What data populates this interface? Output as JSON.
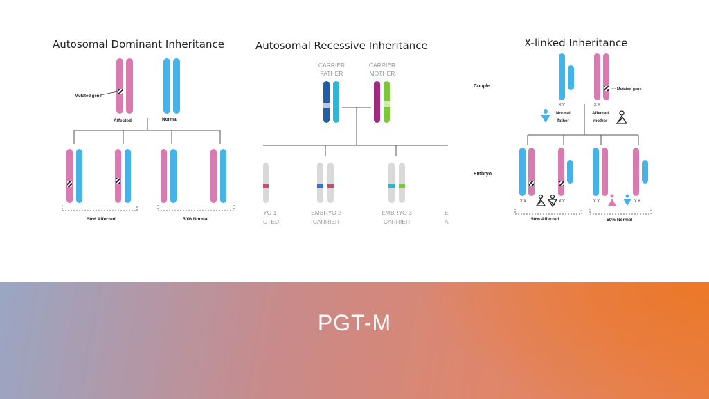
{
  "headings": {
    "dominant": "Autosomal Dominant Inheritance",
    "recessive": "Autosomal Recessive Inheritance",
    "xlinked": "X-linked Inheritance"
  },
  "dominant": {
    "mutated_gene": "Mutated gene",
    "affected": "Affected",
    "normal": "Normal",
    "pct_affected": "50% Affected",
    "pct_normal": "50% Normal"
  },
  "recessive": {
    "carrier_father_1": "CARRIER",
    "carrier_father_2": "FATHER",
    "carrier_mother_1": "CARRIER",
    "carrier_mother_2": "MOTHER",
    "embryo1_1": "YO 1",
    "embryo1_2": "CTED",
    "embryo2_1": "EMBRYO 2",
    "embryo2_2": "CARRIER",
    "embryo3_1": "EMBRYO 3",
    "embryo3_2": "CARRIER",
    "embryo4_1": "E",
    "embryo4_2": "A"
  },
  "xlinked": {
    "couple": "Couple",
    "embryo": "Embryo",
    "mutated_gene": "Mutated gene",
    "father_xy": "X    Y",
    "mother_xx": "X    X",
    "normal_father_1": "Normal",
    "normal_father_2": "father",
    "affected_mother_1": "Affected",
    "affected_mother_2": "mother",
    "e1": "X   X",
    "e2": "X   Y",
    "e3": "X   X",
    "e4": "X   Y",
    "pct_affected": "50% Affected",
    "pct_normal": "50% Normal"
  },
  "colors": {
    "pink": "#d97bb0",
    "blue": "#45b3ea",
    "grey": "#d9d9d9",
    "footer_orange": "#e97f45",
    "footer_blue": "#468ccd"
  },
  "footer": {
    "title": "PGT-M"
  }
}
